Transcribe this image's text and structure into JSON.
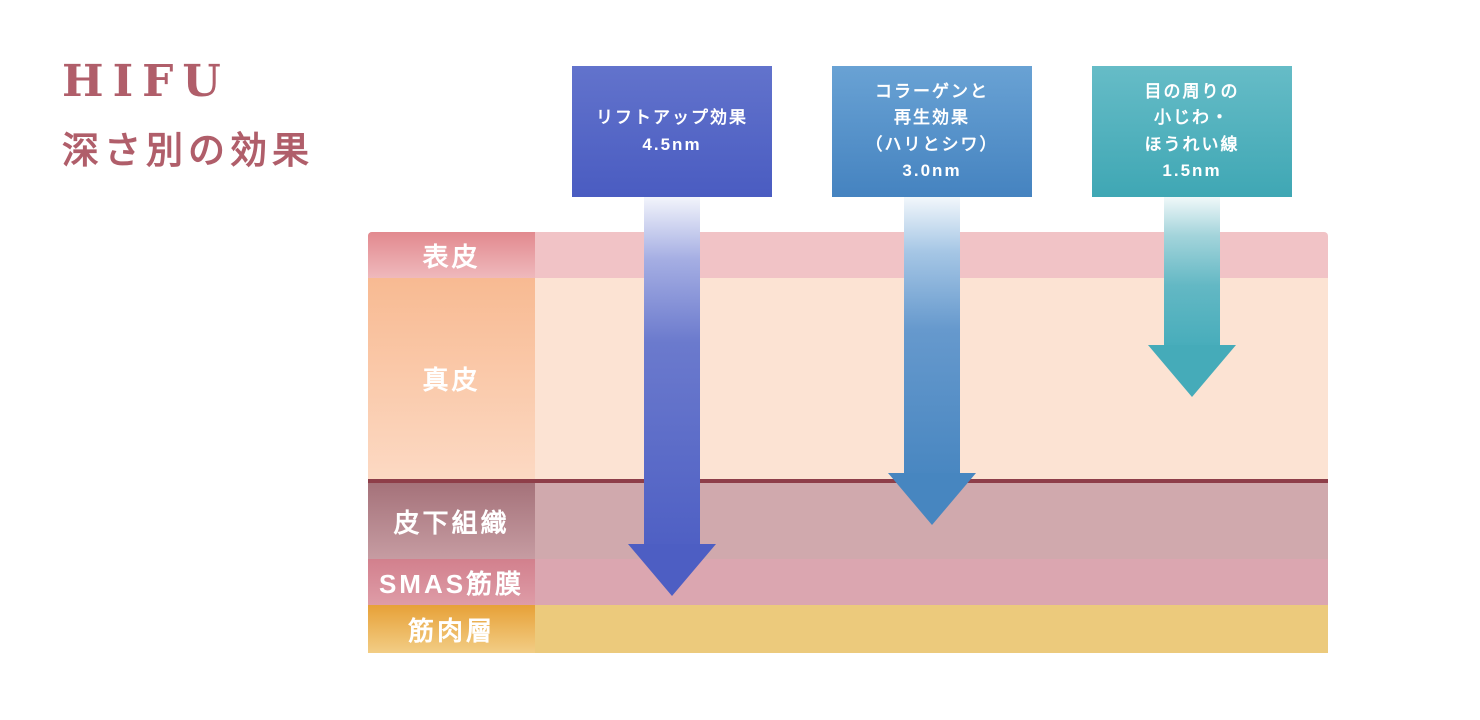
{
  "title": {
    "line1": "HIFU",
    "line2": "深さ別の効果",
    "color": "#b05e6a"
  },
  "effect_boxes": [
    {
      "id": "liftup",
      "lines": [
        "リフトアップ効果",
        "4.5nm"
      ],
      "depth": "4.5nm",
      "color_top": "#6273cc",
      "color_bottom": "#4a5cc1",
      "arrow_color": "#4d5ec3",
      "arrow_reaches_layer": "SMAS筋膜"
    },
    {
      "id": "collagen",
      "lines": [
        "コラーゲンと",
        "再生効果",
        "（ハリとシワ）",
        "3.0nm"
      ],
      "depth": "3.0nm",
      "color_top": "#69a2d4",
      "color_bottom": "#4583c0",
      "arrow_color": "#4786c0",
      "arrow_reaches_layer": "皮下組織"
    },
    {
      "id": "eyes",
      "lines": [
        "目の周りの",
        "小じわ・",
        "ほうれい線",
        "1.5nm"
      ],
      "depth": "1.5nm",
      "color_top": "#66bcc7",
      "color_bottom": "#3fa7b4",
      "arrow_color": "#45abb9",
      "arrow_reaches_layer": "真皮"
    }
  ],
  "skin_layers": [
    {
      "label": "表皮",
      "label_color_top": "#e2898e",
      "label_color_bottom": "#efb9bc",
      "body_color": "#f1c3c6"
    },
    {
      "label": "真皮",
      "label_color_top": "#f8ba92",
      "label_color_bottom": "#fcd9c3",
      "body_color": "#fce3d3"
    },
    {
      "label": "皮下組織",
      "label_color_top": "#a5727a",
      "label_color_bottom": "#c69ca2",
      "body_color": "#d0a9ad"
    },
    {
      "label": "SMAS筋膜",
      "label_color_top": "#d2808d",
      "label_color_bottom": "#de9ca7",
      "body_color": "#dba6b0"
    },
    {
      "label": "筋肉層",
      "label_color_top": "#e7a138",
      "label_color_bottom": "#f2cd85",
      "body_color": "#ecca7c"
    }
  ],
  "separator_line_color": "#8e3e49",
  "background_color": "#ffffff"
}
